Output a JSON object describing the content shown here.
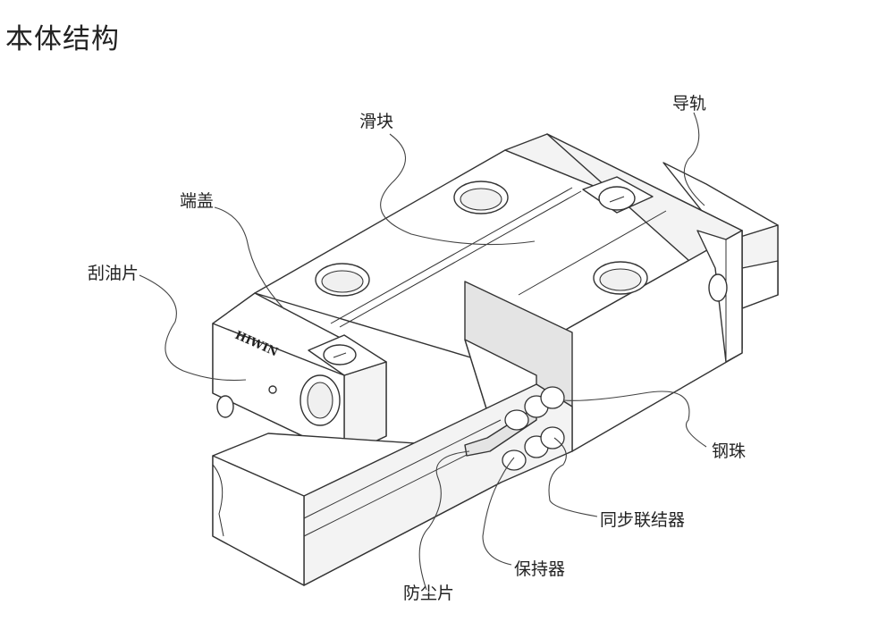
{
  "title": "本体结构",
  "labels": {
    "slider": "滑块",
    "rail": "导轨",
    "end_cap": "端盖",
    "scraper": "刮油片",
    "steel_ball": "钢珠",
    "sync_connector": "同步联结器",
    "retainer": "保持器",
    "dust_seal": "防尘片"
  },
  "brand_mark": "HIWIN"
}
